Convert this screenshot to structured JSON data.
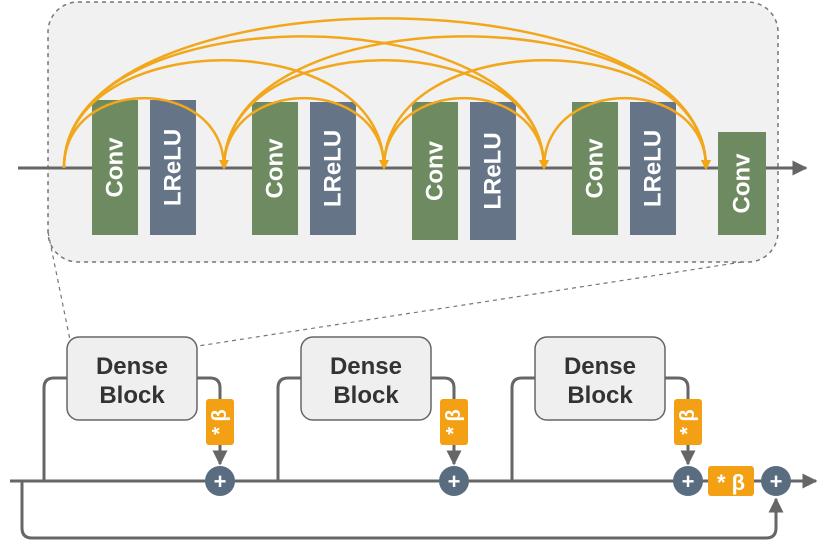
{
  "colors": {
    "conv": "#6d8a60",
    "lrelu": "#657587",
    "skip": "#f2a71b",
    "beta": "#f4a014",
    "plus_node": "#5a6d80",
    "line": "#666666",
    "panel_fill": "#f1f1f1",
    "block_fill": "#efefef"
  },
  "dense_layers": [
    {
      "label": "Conv"
    },
    {
      "label": "LReLU"
    },
    {
      "label": "Conv"
    },
    {
      "label": "LReLU"
    },
    {
      "label": "Conv"
    },
    {
      "label": "LReLU"
    },
    {
      "label": "Conv"
    },
    {
      "label": "LReLU"
    },
    {
      "label": "Conv"
    }
  ],
  "rrdb_blocks": [
    {
      "line1": "Dense",
      "line2": "Block",
      "scale_label": "* β",
      "sum_label": "+"
    },
    {
      "line1": "Dense",
      "line2": "Block",
      "scale_label": "* β",
      "sum_label": "+"
    },
    {
      "line1": "Dense",
      "line2": "Block",
      "scale_label": "* β",
      "sum_label": "+"
    }
  ],
  "final_scale_label": "* β",
  "final_sum_label": "+"
}
